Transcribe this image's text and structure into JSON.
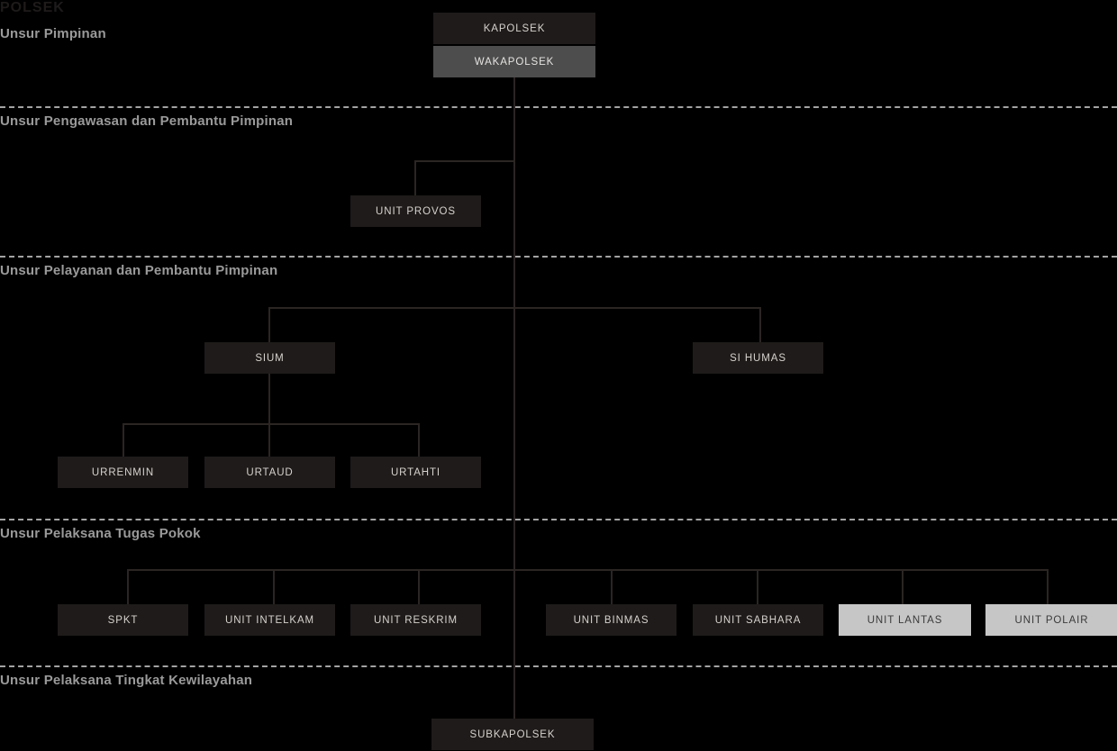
{
  "chart": {
    "title": "POLSEK",
    "org_type": "police-sector-organizational-structure"
  },
  "sections": [
    {
      "id": "pimpinan",
      "label": "Unsur Pimpinan"
    },
    {
      "id": "pengawasan",
      "label": "Unsur Pengawasan dan Pembantu Pimpinan"
    },
    {
      "id": "pelayanan",
      "label": "Unsur Pelayanan dan Pembantu Pimpinan"
    },
    {
      "id": "tugas-pokok",
      "label": "Unsur Pelaksana Tugas Pokok"
    },
    {
      "id": "kewilayahan",
      "label": "Unsur Pelaksana Tingkat Kewilayahan"
    }
  ],
  "nodes": {
    "kapolsek": {
      "label": "KAPOLSEK"
    },
    "wakapolsek": {
      "label": "WAKAPOLSEK"
    },
    "unit_provos": {
      "label": "UNIT PROVOS"
    },
    "sium": {
      "label": "SIUM"
    },
    "si_humas": {
      "label": "SI HUMAS"
    },
    "urrenmin": {
      "label": "URRENMIN"
    },
    "urtaud": {
      "label": "URTAUD"
    },
    "urtahti": {
      "label": "URTAHTI"
    },
    "spkt": {
      "label": "SPKT"
    },
    "unit_intelkam": {
      "label": "UNIT INTELKAM"
    },
    "unit_reskrim": {
      "label": "UNIT RESKRIM"
    },
    "unit_binmas": {
      "label": "UNIT BINMAS"
    },
    "unit_sabhara": {
      "label": "UNIT SABHARA"
    },
    "unit_lantas": {
      "label": "UNIT LANTAS"
    },
    "unit_polair": {
      "label": "UNIT POLAIR"
    },
    "subkapolsek": {
      "label": "SUBKAPOLSEK"
    }
  },
  "colors": {
    "background": "#000000",
    "node_dark": "#1e1b1a",
    "node_gray": "#4d4d4d",
    "node_light": "#c6c6c6",
    "text_light": "#d6d2cd",
    "text_dark": "#3a3a3a",
    "section_label": "#9a9a9a",
    "divider": "#a3a3a3",
    "connector": "#2b2523"
  }
}
